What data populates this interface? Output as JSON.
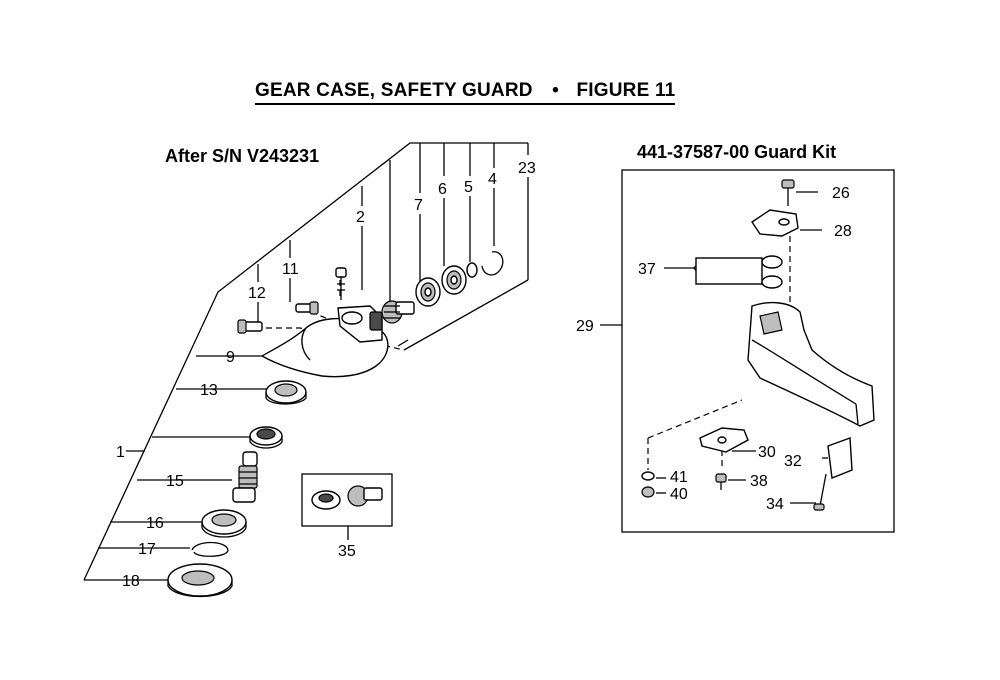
{
  "title": "GEAR CASE, SAFETY GUARD",
  "bullet": "•",
  "figure": "FIGURE 11",
  "serial_note": "After S/N V243231",
  "guard_kit_title": "441-37587-00 Guard Kit",
  "callouts": {
    "c1": "1",
    "c2": "2",
    "c4": "4",
    "c5": "5",
    "c6": "6",
    "c7": "7",
    "c9": "9",
    "c11": "11",
    "c12": "12",
    "c13": "13",
    "c15": "15",
    "c16": "16",
    "c17": "17",
    "c18": "18",
    "c23": "23",
    "c26": "26",
    "c28": "28",
    "c29": "29",
    "c30": "30",
    "c32": "32",
    "c34": "34",
    "c35": "35",
    "c37": "37",
    "c38": "38",
    "c40": "40",
    "c41": "41"
  }
}
